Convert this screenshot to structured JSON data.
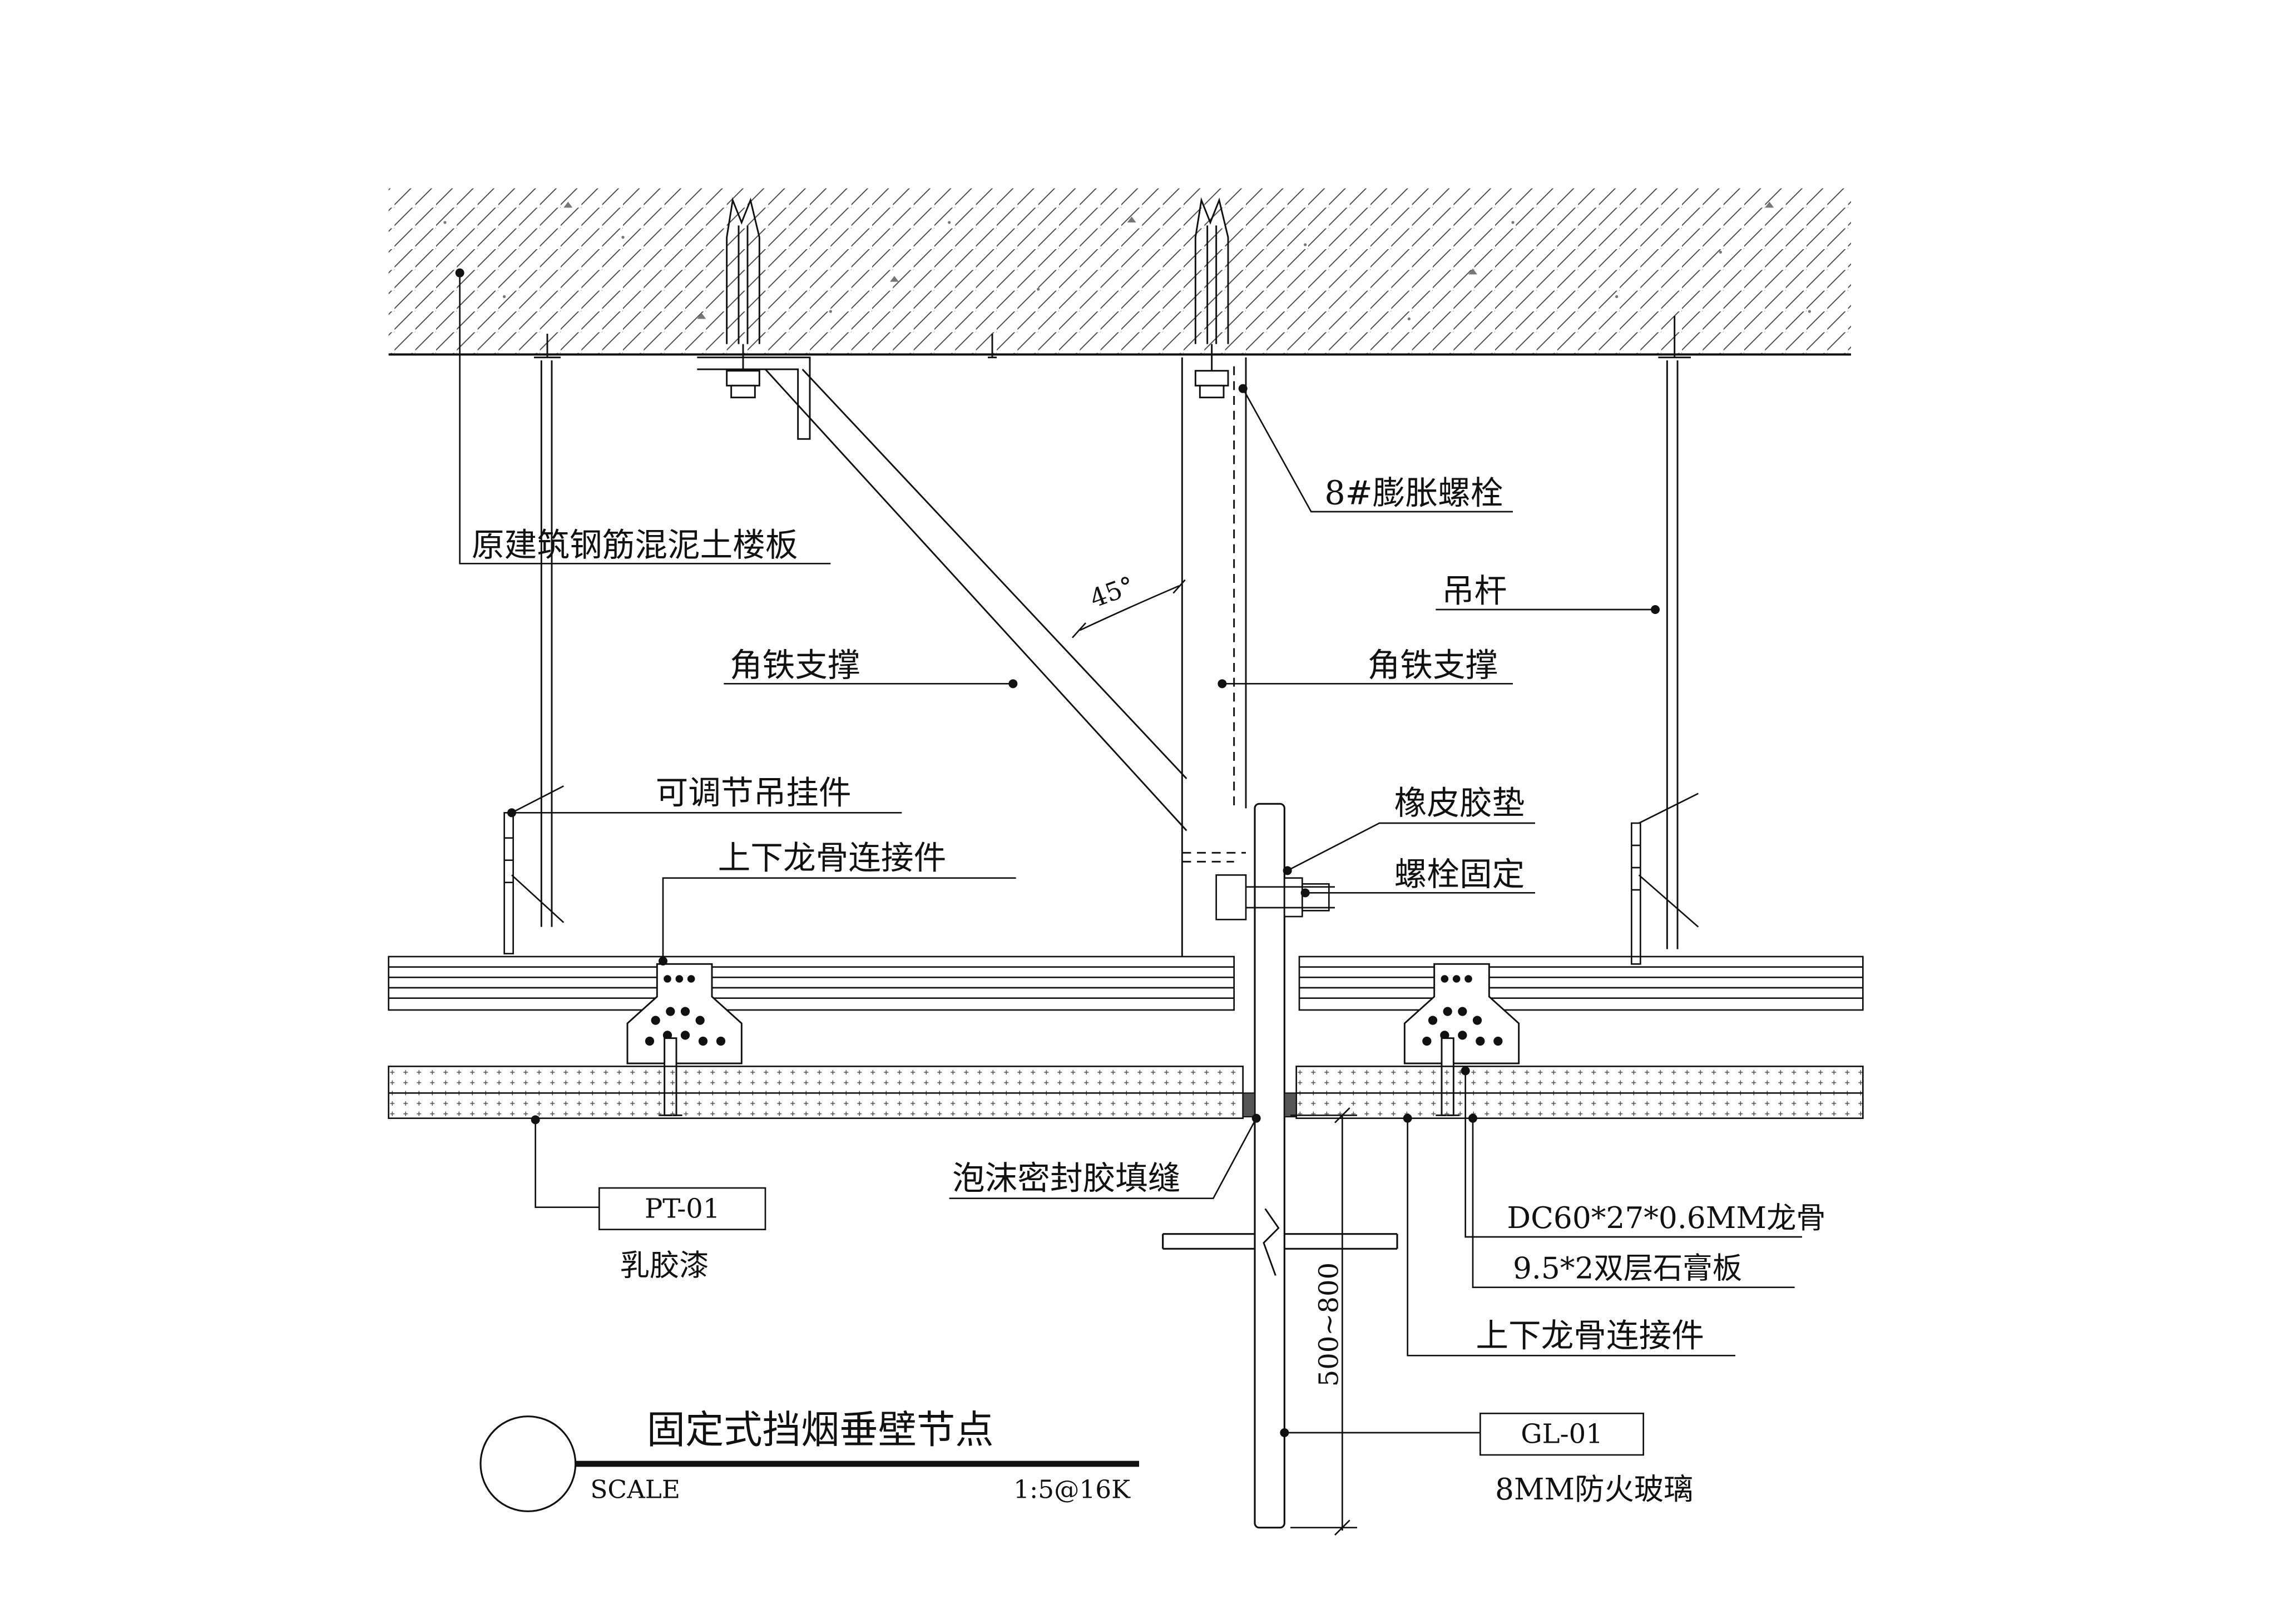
{
  "labels": {
    "slab": "原建筑钢筋混泥土楼板",
    "expansion_bolt": "8#膨胀螺栓",
    "hanger_rod": "吊杆",
    "angle_brace_left": "角铁支撑",
    "angle_brace_right": "角铁支撑",
    "angle": "45°",
    "adjustable_hanger": "可调节吊挂件",
    "connector_top": "上下龙骨连接件",
    "rubber_gasket": "橡皮胶垫",
    "bolt_fix": "螺栓固定",
    "foam_sealant": "泡沫密封胶填缝",
    "keel": "DC60*27*0.6MM龙骨",
    "gypsum": "9.5*2双层石膏板",
    "connector_bottom": "上下龙骨连接件",
    "dimension": "500~800"
  },
  "tags": {
    "pt_code": "PT-01",
    "pt_name": "乳胶漆",
    "gl_code": "GL-01",
    "gl_name": "8MM防火玻璃"
  },
  "title_block": {
    "title": "固定式挡烟垂壁节点",
    "scale_label": "SCALE",
    "scale_value": "1:5@16K"
  }
}
